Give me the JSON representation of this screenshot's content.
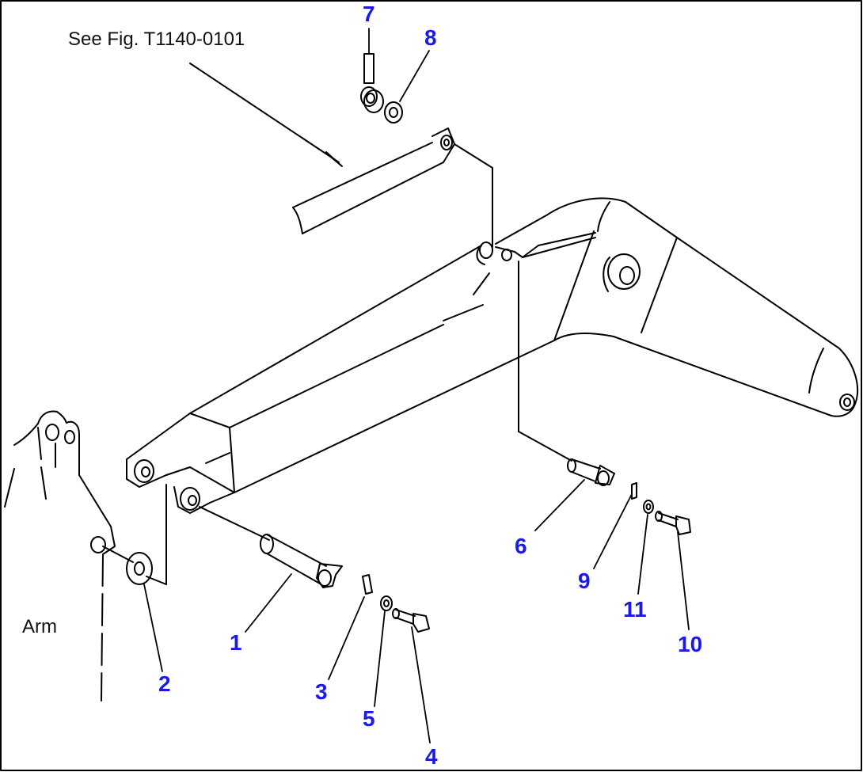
{
  "diagram": {
    "reference_text": "See Fig. T1140-0101",
    "arm_label": "Arm",
    "callouts": [
      "1",
      "2",
      "3",
      "4",
      "5",
      "6",
      "7",
      "8",
      "9",
      "10",
      "11"
    ],
    "colors": {
      "callout": "#1a1ae6",
      "line": "#000000",
      "text": "#111111"
    }
  }
}
